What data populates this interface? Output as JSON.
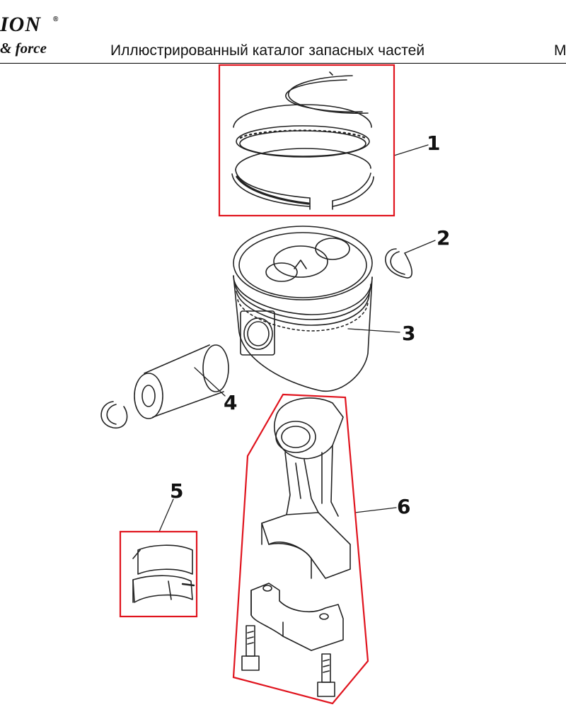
{
  "header": {
    "logo_top": "ION",
    "logo_bottom": "& force",
    "title": "Иллюстрированный каталог запасных частей",
    "right_text": "M"
  },
  "callouts": {
    "c1": "1",
    "c2": "2",
    "c3": "3",
    "c4": "4",
    "c5": "5",
    "c6": "6"
  },
  "colors": {
    "highlight": "#e0141e",
    "line": "#222222"
  }
}
